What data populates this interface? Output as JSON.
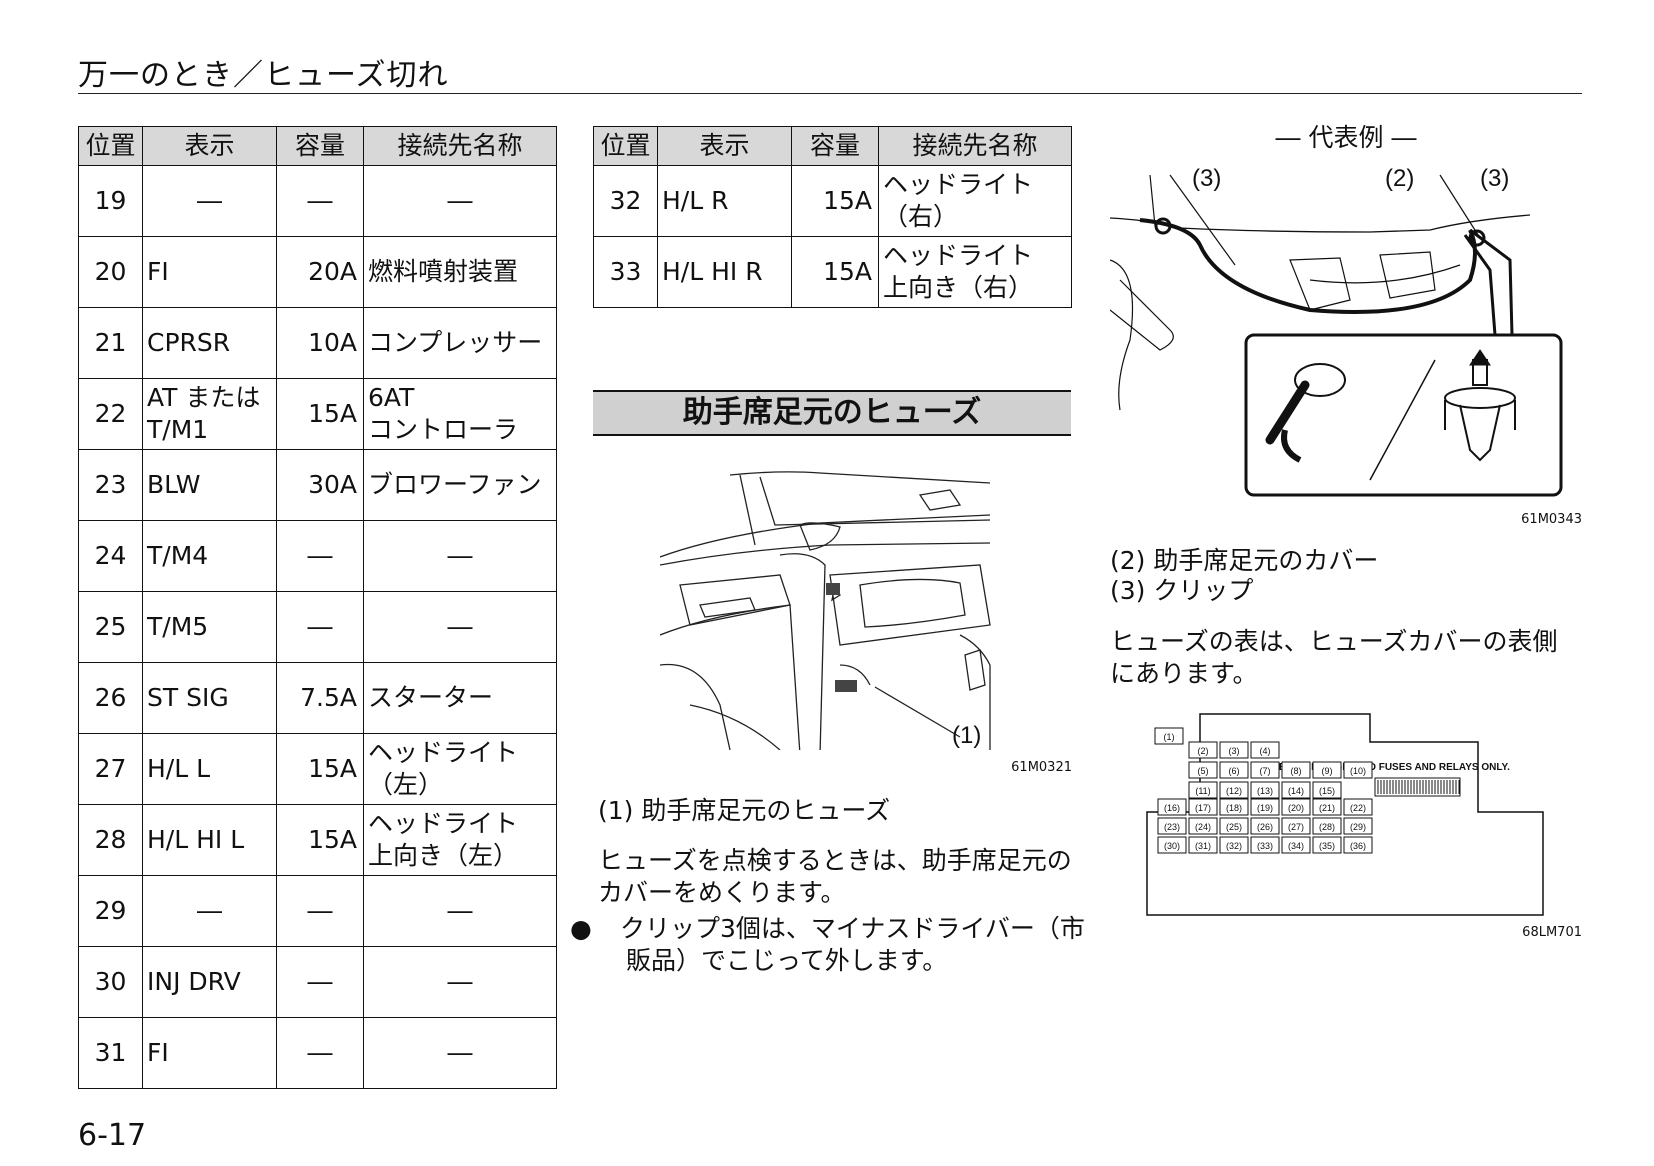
{
  "header": {
    "title": "万一のとき／ヒューズ切れ"
  },
  "table_headers": [
    "位置",
    "表示",
    "容量",
    "接続先名称"
  ],
  "table_left": [
    {
      "pos": "19",
      "label": "―",
      "cap": "―",
      "dest": "―"
    },
    {
      "pos": "20",
      "label": "FI",
      "cap": "20A",
      "dest": "燃料噴射装置"
    },
    {
      "pos": "21",
      "label": "CPRSR",
      "cap": "10A",
      "dest": "コンプレッサー"
    },
    {
      "pos": "22",
      "label": "AT または\nT/M1",
      "cap": "15A",
      "dest": "6AT\nコントローラ"
    },
    {
      "pos": "23",
      "label": "BLW",
      "cap": "30A",
      "dest": "ブロワーファン"
    },
    {
      "pos": "24",
      "label": "T/M4",
      "cap": "―",
      "dest": "―"
    },
    {
      "pos": "25",
      "label": "T/M5",
      "cap": "―",
      "dest": "―"
    },
    {
      "pos": "26",
      "label": "ST SIG",
      "cap": "7.5A",
      "dest": "スターター"
    },
    {
      "pos": "27",
      "label": "H/L L",
      "cap": "15A",
      "dest": "ヘッドライト\n（左）"
    },
    {
      "pos": "28",
      "label": "H/L HI L",
      "cap": "15A",
      "dest": "ヘッドライト\n上向き（左）"
    },
    {
      "pos": "29",
      "label": "―",
      "cap": "―",
      "dest": "―"
    },
    {
      "pos": "30",
      "label": "INJ DRV",
      "cap": "―",
      "dest": "―"
    },
    {
      "pos": "31",
      "label": "FI",
      "cap": "―",
      "dest": "―"
    }
  ],
  "table_right": [
    {
      "pos": "32",
      "label": "H/L R",
      "cap": "15A",
      "dest": "ヘッドライト\n（右）"
    },
    {
      "pos": "33",
      "label": "H/L HI R",
      "cap": "15A",
      "dest": "ヘッドライト\n上向き（右）"
    }
  ],
  "section": {
    "heading": "助手席足元のヒューズ",
    "figure_callout": "(1)",
    "figure_code": "61M0321",
    "caption": "(1) 助手席足元のヒューズ",
    "body": "ヒューズを点検するときは、助手席足元のカバーをめくります。",
    "bullet_mark": "●",
    "bullet": "クリップ3個は、マイナスドライバー（市販品）でこじって外します。"
  },
  "right_column": {
    "figure_title": "― 代表例 ―",
    "callout_3": "(3)",
    "callout_2": "(2)",
    "figure_code": "61M0343",
    "legend_2": "(2) 助手席足元のカバー",
    "legend_3": "(3) クリップ",
    "body": "ヒューズの表は、ヒューズカバーの表側にあります。",
    "fuse_box_heading": "USE THE DESIGNATED FUSES AND RELAYS ONLY.",
    "fuse_box_code": "68LM701",
    "fuse_labels": [
      "(1)",
      "(2)",
      "(3)",
      "(4)",
      "(5)",
      "(6)",
      "(7)",
      "(8)",
      "(9)",
      "(10)",
      "(11)",
      "(12)",
      "(13)",
      "(14)",
      "(15)",
      "(16)",
      "(17)",
      "(18)",
      "(19)",
      "(20)",
      "(21)",
      "(22)",
      "(23)",
      "(24)",
      "(25)",
      "(26)",
      "(27)",
      "(28)",
      "(29)",
      "(30)",
      "(31)",
      "(32)",
      "(33)",
      "(34)",
      "(35)",
      "(36)"
    ]
  },
  "footer": {
    "page_number": "6-17"
  }
}
